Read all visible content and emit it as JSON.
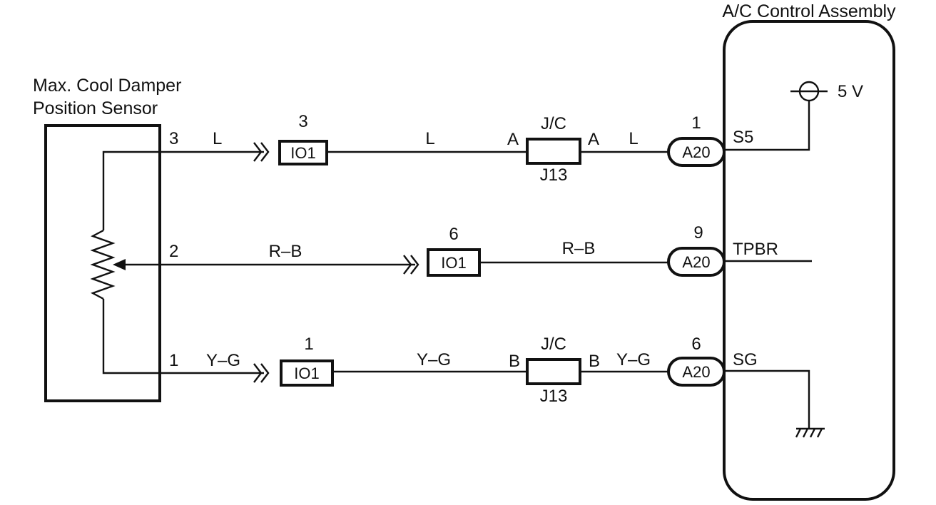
{
  "sensor": {
    "title_line1": "Max. Cool Damper",
    "title_line2": "Position Sensor",
    "pins": [
      "3",
      "2",
      "1"
    ]
  },
  "wires": [
    {
      "pin": "3",
      "color_left": "L",
      "io_pin": "3",
      "io_label": "IO1",
      "color_mid": "L",
      "jc_top": "J/C",
      "jc_bottom": "J13",
      "jc_in": "A",
      "jc_out": "A",
      "color_right": "L",
      "ecu_pin": "1",
      "ecu_conn": "A20",
      "terminal": "S5"
    },
    {
      "pin": "2",
      "color_left": "R–B",
      "io_pin": "6",
      "io_label": "IO1",
      "color_mid": "R–B",
      "ecu_pin": "9",
      "ecu_conn": "A20",
      "terminal": "TPBR"
    },
    {
      "pin": "1",
      "color_left": "Y–G",
      "io_pin": "1",
      "io_label": "IO1",
      "color_mid": "Y–G",
      "jc_top": "J/C",
      "jc_bottom": "J13",
      "jc_in": "B",
      "jc_out": "B",
      "color_right": "Y–G",
      "ecu_pin": "6",
      "ecu_conn": "A20",
      "terminal": "SG"
    }
  ],
  "ecu": {
    "title": "A/C Control Assembly",
    "supply_label": "5 V"
  }
}
